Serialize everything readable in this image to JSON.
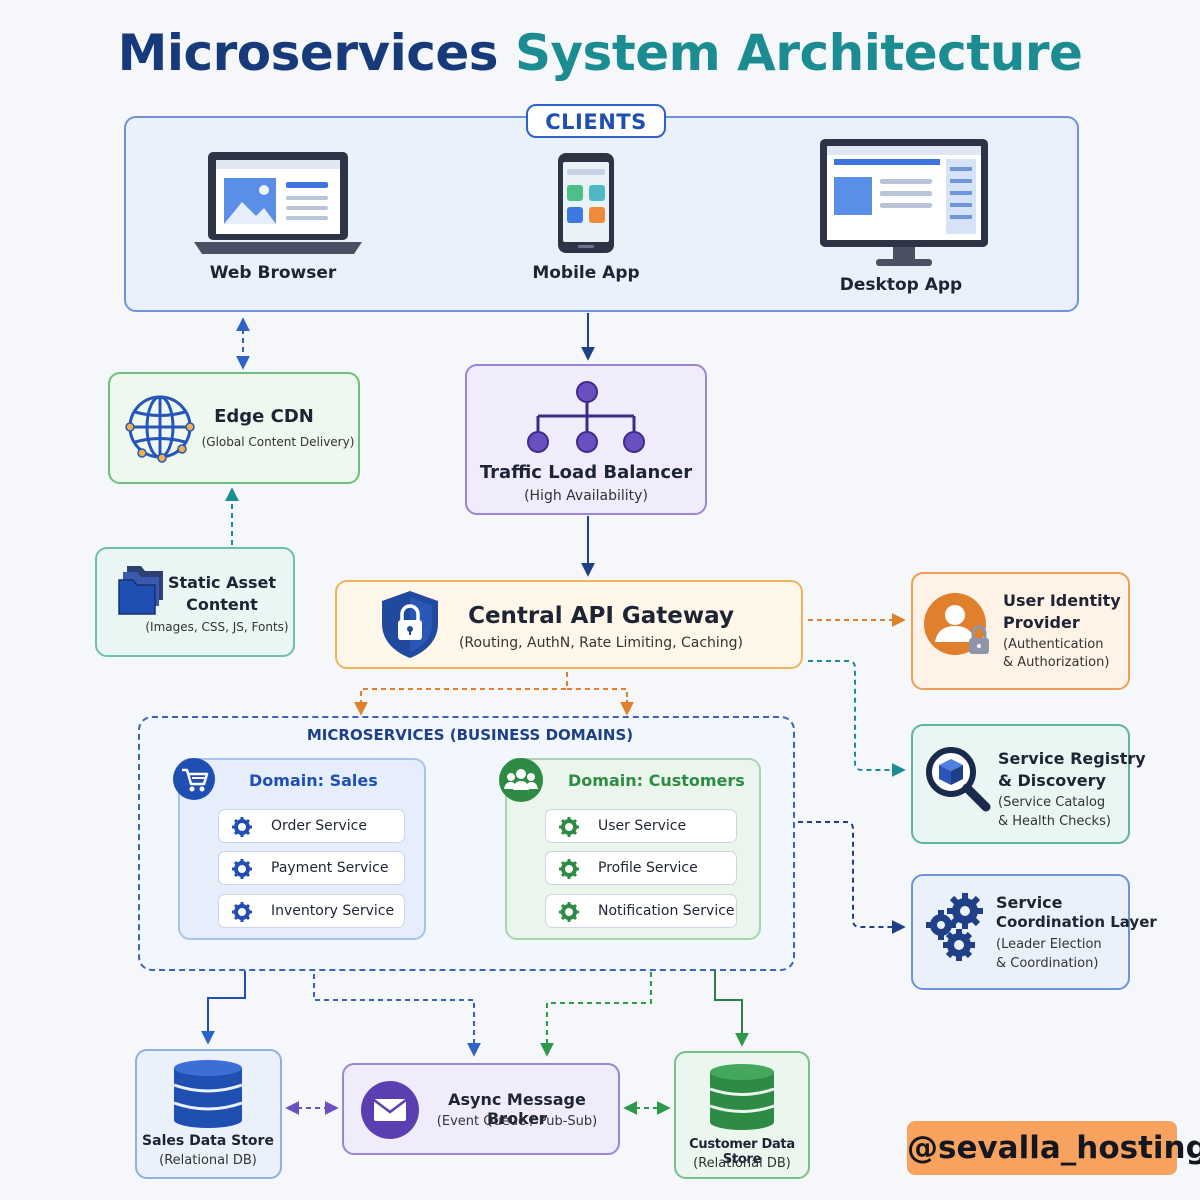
{
  "title": {
    "part1": "Microservices",
    "part2": "System Architecture"
  },
  "clients": {
    "heading": "CLIENTS",
    "web_browser": "Web Browser",
    "mobile_app": "Mobile App",
    "desktop_app": "Desktop App"
  },
  "edge_cdn": {
    "label": "Edge CDN",
    "sub": "(Global Content Delivery)"
  },
  "load_balancer": {
    "label": "Traffic Load Balancer",
    "sub": "(High Availability)"
  },
  "static_asset": {
    "line1": "Static Asset",
    "line2": "Content",
    "sub": "(Images, CSS, JS, Fonts)"
  },
  "api_gateway": {
    "label": "Central API Gateway",
    "sub": "(Routing, AuthN, Rate Limiting, Caching)"
  },
  "identity": {
    "line1": "User Identity",
    "line2": "Provider",
    "sub1": "(Authentication",
    "sub2": "& Authorization)"
  },
  "registry": {
    "line1": "Service Registry",
    "line2": "& Discovery",
    "sub1": "(Service Catalog",
    "sub2": "& Health Checks)"
  },
  "coordination": {
    "line1": "Service",
    "line2": "Coordination Layer",
    "sub1": "(Leader Election",
    "sub2": "& Coordination)"
  },
  "microservices": {
    "heading": "MICROSERVICES (BUSINESS DOMAINS)",
    "sales": {
      "label": "Domain: Sales",
      "services": [
        "Order Service",
        "Payment Service",
        "Inventory Service"
      ]
    },
    "customers": {
      "label": "Domain: Customers",
      "services": [
        "User Service",
        "Profile Service",
        "Notification Service"
      ]
    }
  },
  "sales_db": {
    "label": "Sales Data Store",
    "sub": "(Relational DB)"
  },
  "broker": {
    "label": "Async Message Broker",
    "sub": "(Event Queue / Pub-Sub)"
  },
  "customer_db": {
    "label": "Customer Data Store",
    "sub": "(Relational DB)"
  },
  "handle": "@sevalla_hosting",
  "colors": {
    "navy": "#173a7a",
    "teal": "#1b8c91",
    "blue": "#2f62c9",
    "green": "#2e9a49",
    "orange": "#e07f2c",
    "purple": "#5b3fb0"
  }
}
